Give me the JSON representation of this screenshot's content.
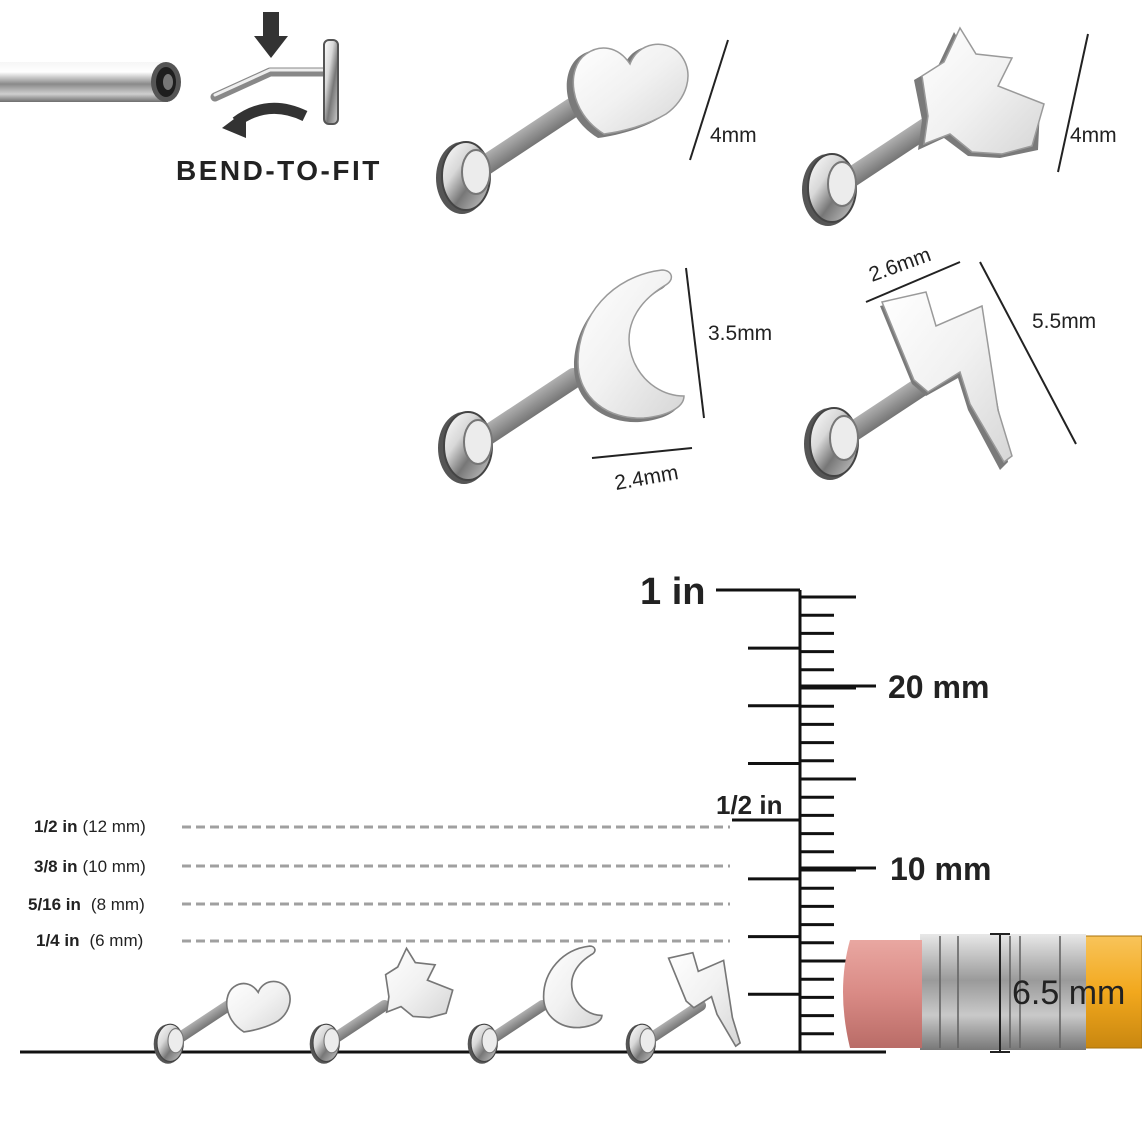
{
  "bend_to_fit_label": "BEND-TO-FIT",
  "products": {
    "heart": {
      "name": "heart",
      "size": "4mm"
    },
    "star": {
      "name": "star",
      "size": "4mm"
    },
    "moon": {
      "name": "moon",
      "height": "3.5mm",
      "width": "2.4mm"
    },
    "bolt": {
      "name": "lightning bolt",
      "width": "2.6mm",
      "height": "5.5mm"
    }
  },
  "ruler": {
    "label_1in": "1 in",
    "label_20mm": "20 mm",
    "label_half_in": "1/2 in",
    "label_10mm": "10 mm"
  },
  "post_lengths": [
    {
      "inch": "1/2 in",
      "mm": "(12 mm)"
    },
    {
      "inch": "3/8 in",
      "mm": "(10 mm)"
    },
    {
      "inch": "5/16 in",
      "mm": "(8 mm)"
    },
    {
      "inch": "1/4 in",
      "mm": "(6 mm)"
    }
  ],
  "pencil_label": "6.5 mm",
  "colors": {
    "metal": "#b8b8b8",
    "dashed": "#a0a0a0",
    "eraser": "#d98a85",
    "pencil": "#f2a81d"
  }
}
